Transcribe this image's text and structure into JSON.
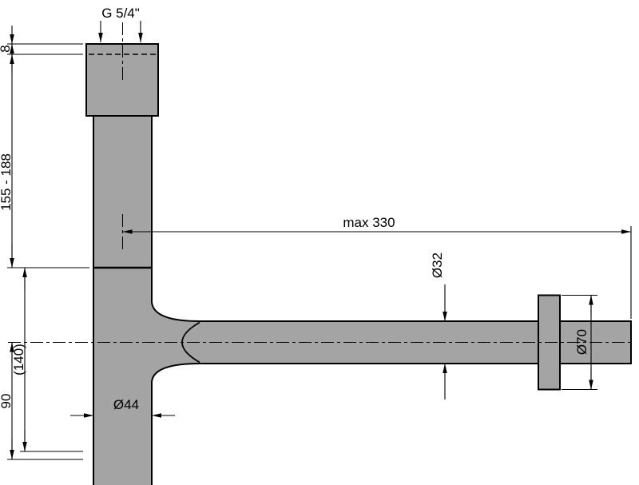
{
  "labels": {
    "thread_size": "G 5/4\"",
    "thread_depth": "8",
    "inlet_height_range": "155 - 188",
    "max_reach": "max 330",
    "outlet_pipe_diameter": "Ø32",
    "wall_flange_diameter": "Ø70",
    "body_height": "(140)",
    "axis_to_bottom": "90",
    "body_diameter": "Ø44"
  },
  "colors": {
    "part_fill": "#a4a4a4",
    "outline": "#000000",
    "dimension_lines": "#000000",
    "background": "#ffffff"
  }
}
